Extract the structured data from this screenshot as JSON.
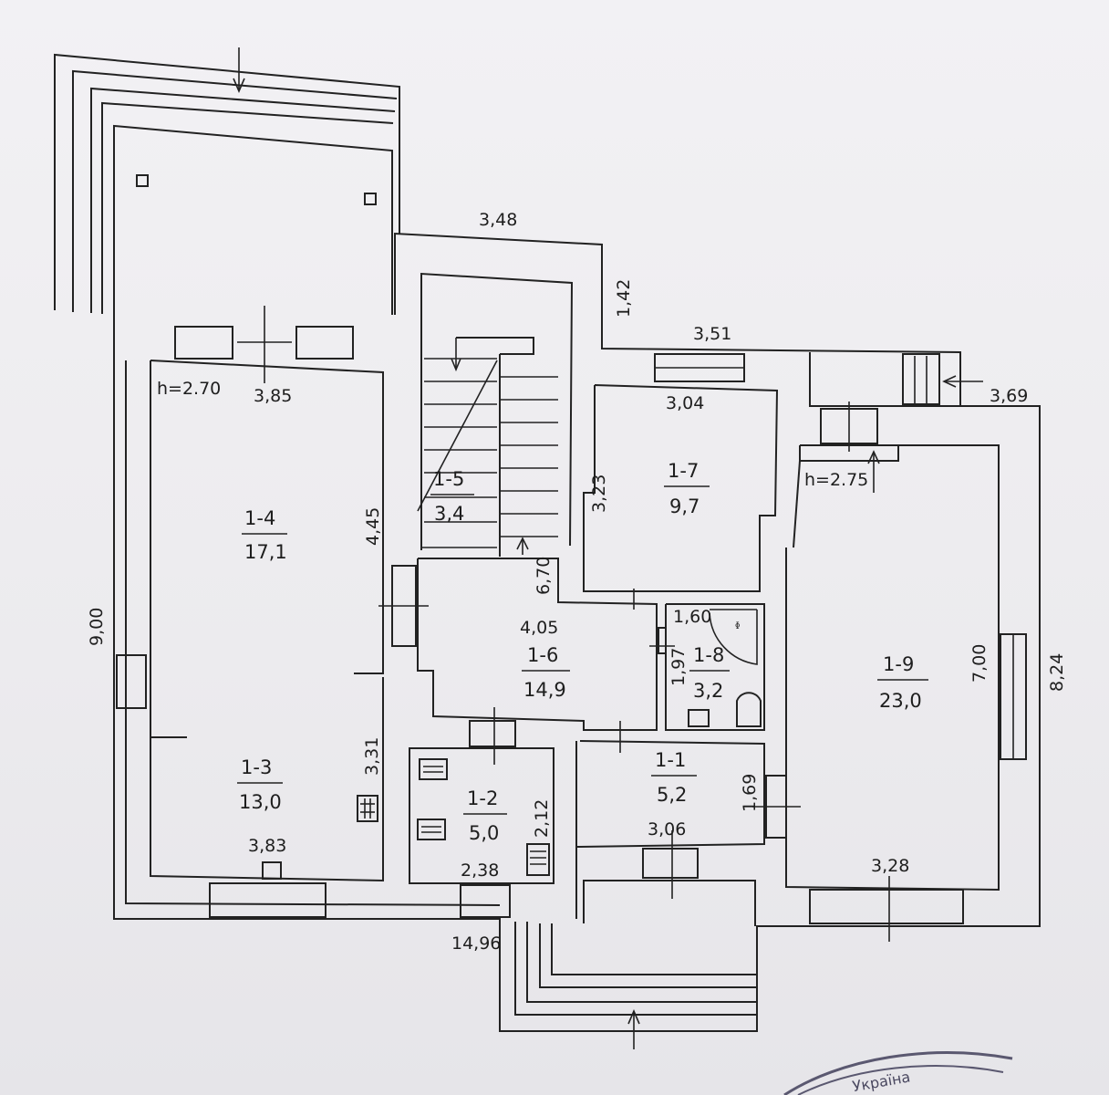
{
  "rooms": [
    {
      "id": "1-1",
      "area": "5,2"
    },
    {
      "id": "1-2",
      "area": "5,0"
    },
    {
      "id": "1-3",
      "area": "13,0"
    },
    {
      "id": "1-4",
      "area": "17,1"
    },
    {
      "id": "1-5",
      "area": "3,4"
    },
    {
      "id": "1-6",
      "area": "14,9"
    },
    {
      "id": "1-7",
      "area": "9,7"
    },
    {
      "id": "1-8",
      "area": "3,2"
    },
    {
      "id": "1-9",
      "area": "23,0"
    }
  ],
  "heights": {
    "left": "h=2.70",
    "right": "h=2.75"
  },
  "dimensions": {
    "top_width": "3,48",
    "step_height": "1,42",
    "right_step": "3,51",
    "right_porch": "3,69",
    "overall_height": "9,00",
    "overall_width": "14,96",
    "right_height": "8,24",
    "r14_width": "3,85",
    "r14_height": "4,45",
    "r15_height": "6,70",
    "r17_width": "3,04",
    "r17_height": "3,23",
    "r16_width": "4,05",
    "r18_width": "1,60",
    "r18_height": "1,97",
    "r19_height": "7,00",
    "r19_width": "3,28",
    "r13_height": "3,31",
    "r13_width": "3,83",
    "r12_height": "2,12",
    "r12_width": "2,38",
    "r11_height": "1,69",
    "r11_width": "3,06"
  },
  "stamp_text": "Україна"
}
